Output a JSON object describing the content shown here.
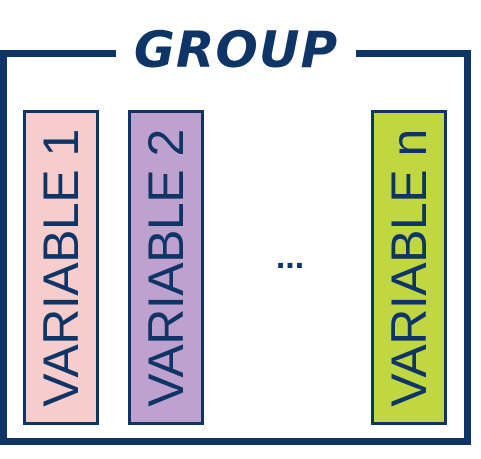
{
  "group": {
    "title": "GROUP",
    "border_color": "#0e3566"
  },
  "variables": [
    {
      "label": "VARIABLE 1",
      "color": "#f7cccc"
    },
    {
      "label": "VARIABLE 2",
      "color": "#bea1ce"
    },
    {
      "label": "VARIABLE n",
      "color": "#c0d742"
    }
  ],
  "ellipsis": "..."
}
